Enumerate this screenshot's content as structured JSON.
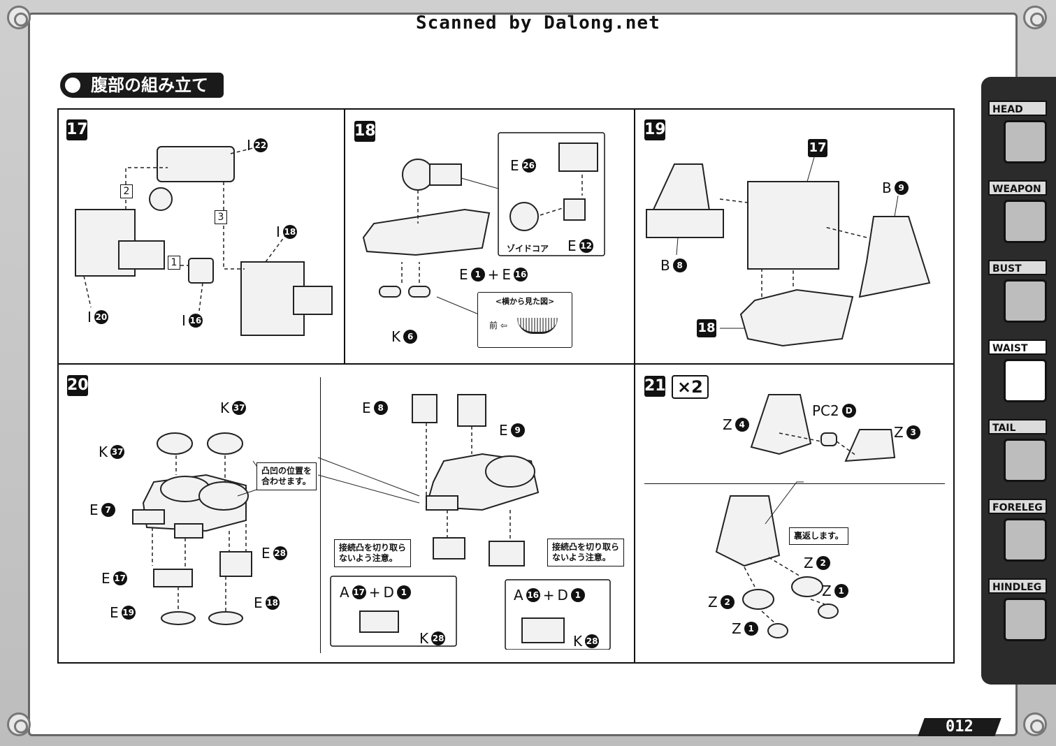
{
  "header": {
    "scan_credit": "Scanned by Dalong.net",
    "section_title": "腹部の組み立て"
  },
  "steps": {
    "s17": {
      "number": "17",
      "labels": {
        "i22": "I",
        "i18": "I",
        "i20": "I",
        "i16": "I",
        "step1": "1",
        "step2": "2",
        "step3": "3"
      }
    },
    "s18": {
      "number": "18",
      "labels": {
        "e26": "E",
        "e12": "E",
        "core": "ゾイドコア",
        "e1": "E",
        "plus": "+",
        "e16": "E",
        "k6": "K"
      },
      "side_view": {
        "title": "<横から見た図>",
        "front": "前"
      }
    },
    "s19": {
      "number": "19",
      "labels": {
        "b9": "B",
        "b8": "B",
        "ref17": "17",
        "ref18": "18"
      }
    },
    "s20": {
      "number": "20",
      "labels": {
        "k37a": "K",
        "k37b": "K",
        "e7": "E",
        "e17": "E",
        "e19": "E",
        "e28": "E",
        "e18": "E",
        "e8": "E",
        "e9": "E",
        "a17": "A",
        "d1a": "D",
        "a16": "A",
        "d1b": "D",
        "k28a": "K",
        "k28b": "K",
        "plus": "+"
      },
      "notes": {
        "align": "凸凹の位置を\n合わせます。",
        "cut_warn": "接続凸を切り取ら\nないよう注意。"
      }
    },
    "s21": {
      "number": "21",
      "multiplier": "×2",
      "labels": {
        "z4": "Z",
        "pc2": "PC2",
        "z3": "Z",
        "z2a": "Z",
        "z1a": "Z",
        "z2b": "Z",
        "z1b": "Z"
      },
      "notes": {
        "flip": "裏返します。"
      }
    }
  },
  "part_numbers": {
    "n22": "22",
    "n18": "18",
    "n20": "20",
    "n16": "16",
    "n26": "26",
    "n12": "12",
    "n1": "1",
    "n6": "6",
    "n9": "9",
    "n8": "8",
    "n37": "37",
    "n7": "7",
    "n17": "17",
    "n19": "19",
    "n28": "28",
    "d": "D",
    "n4": "4",
    "n3": "3",
    "n2": "2"
  },
  "tabs": [
    {
      "label": "HEAD",
      "active": false,
      "icon": "head-icon"
    },
    {
      "label": "WEAPON",
      "active": false,
      "icon": "weapon-icon"
    },
    {
      "label": "BUST",
      "active": false,
      "icon": "bust-icon"
    },
    {
      "label": "WAIST",
      "active": true,
      "icon": "waist-icon"
    },
    {
      "label": "TAIL",
      "active": false,
      "icon": "tail-icon"
    },
    {
      "label": "FORELEG",
      "active": false,
      "icon": "foreleg-icon"
    },
    {
      "label": "HINDLEG",
      "active": false,
      "icon": "hindleg-icon"
    }
  ],
  "footer": {
    "page_number": "012"
  }
}
